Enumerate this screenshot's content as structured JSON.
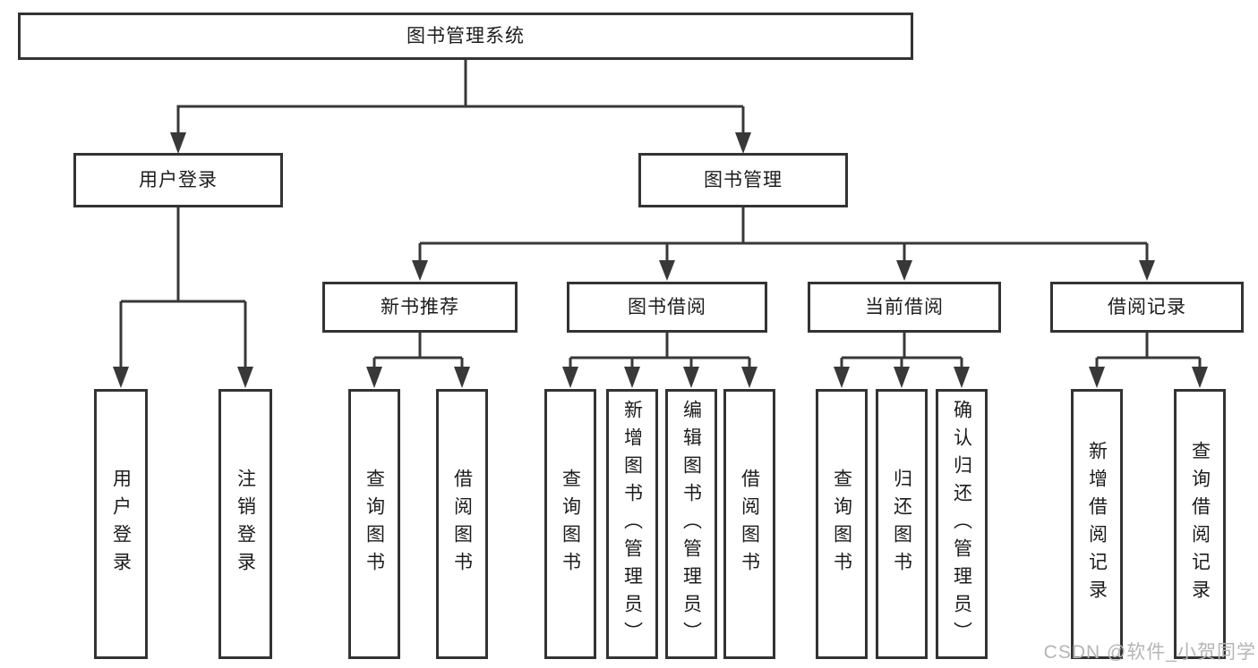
{
  "diagram": {
    "type": "hierarchy-tree",
    "root": {
      "label": "图书管理系统"
    },
    "children": [
      {
        "label": "用户登录",
        "children": [
          {
            "label": "用户登录"
          },
          {
            "label": "注销登录"
          }
        ]
      },
      {
        "label": "图书管理",
        "children": [
          {
            "label": "新书推荐",
            "children": [
              {
                "label": "查询图书"
              },
              {
                "label": "借阅图书"
              }
            ]
          },
          {
            "label": "图书借阅",
            "children": [
              {
                "label": "查询图书"
              },
              {
                "label": "新增图书（管理员）"
              },
              {
                "label": "编辑图书（管理员）"
              },
              {
                "label": "借阅图书"
              }
            ]
          },
          {
            "label": "当前借阅",
            "children": [
              {
                "label": "查询图书"
              },
              {
                "label": "归还图书"
              },
              {
                "label": "确认归还（管理员）"
              }
            ]
          },
          {
            "label": "借阅记录",
            "children": [
              {
                "label": "新增借阅记录"
              },
              {
                "label": "查询借阅记录"
              }
            ]
          }
        ]
      }
    ]
  },
  "watermark": {
    "text": "CSDN @软件_小贺同学",
    "color": "#b5b5b5"
  },
  "colors": {
    "background": "#ffffff",
    "line": "#383838",
    "border": "#333333",
    "text": "#1c1c1c"
  }
}
